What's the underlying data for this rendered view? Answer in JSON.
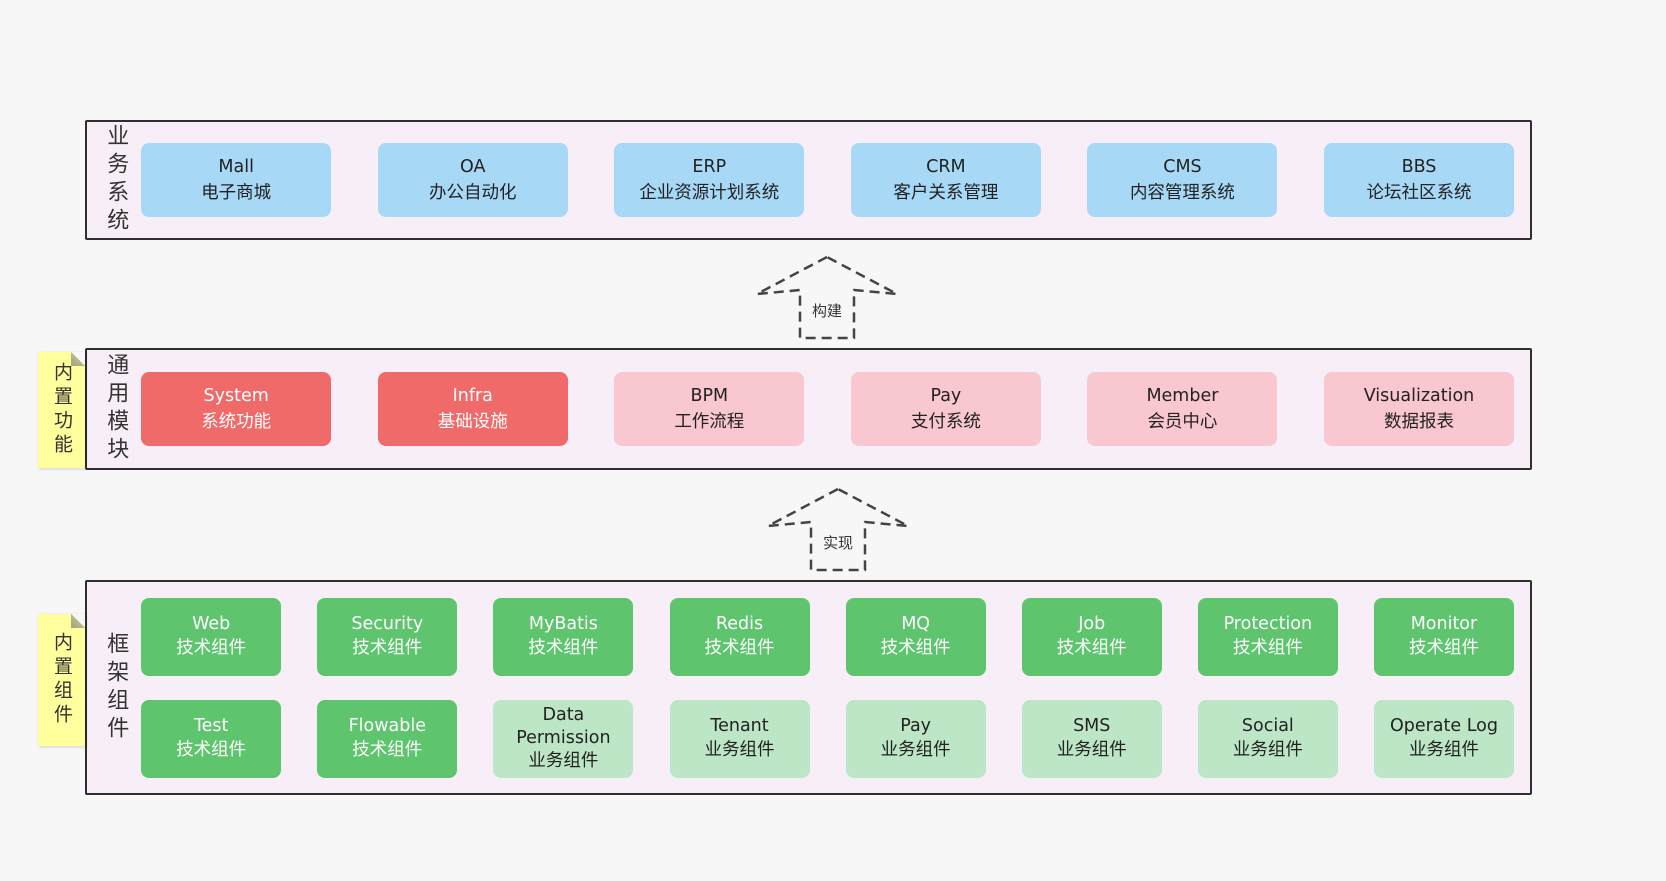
{
  "colors": {
    "page_bg": "#f7f7f7",
    "panel_bg": "#f8eef7",
    "blue": "#a7d8f6",
    "red": "#f16a6a",
    "pink": "#f9c7d0",
    "green": "#5ec46e",
    "lightgreen": "#bde6c6",
    "note_yellow": "#ffff9e"
  },
  "sections": {
    "business": {
      "label": "业务系统",
      "boxes": [
        {
          "title": "Mall",
          "subtitle": "电子商城"
        },
        {
          "title": "OA",
          "subtitle": "办公自动化"
        },
        {
          "title": "ERP",
          "subtitle": "企业资源计划系统"
        },
        {
          "title": "CRM",
          "subtitle": "客户关系管理"
        },
        {
          "title": "CMS",
          "subtitle": "内容管理系统"
        },
        {
          "title": "BBS",
          "subtitle": "论坛社区系统"
        }
      ]
    },
    "modules": {
      "label": "通用模块",
      "note": "内置功能",
      "boxes": [
        {
          "title": "System",
          "subtitle": "系统功能"
        },
        {
          "title": "Infra",
          "subtitle": "基础设施"
        },
        {
          "title": "BPM",
          "subtitle": "工作流程"
        },
        {
          "title": "Pay",
          "subtitle": "支付系统"
        },
        {
          "title": "Member",
          "subtitle": "会员中心"
        },
        {
          "title": "Visualization",
          "subtitle": "数据报表"
        }
      ]
    },
    "components": {
      "label": "框架组件",
      "note": "内置组件",
      "row1": [
        {
          "title": "Web",
          "subtitle": "技术组件"
        },
        {
          "title": "Security",
          "subtitle": "技术组件"
        },
        {
          "title": "MyBatis",
          "subtitle": "技术组件"
        },
        {
          "title": "Redis",
          "subtitle": "技术组件"
        },
        {
          "title": "MQ",
          "subtitle": "技术组件"
        },
        {
          "title": "Job",
          "subtitle": "技术组件"
        },
        {
          "title": "Protection",
          "subtitle": "技术组件"
        },
        {
          "title": "Monitor",
          "subtitle": "技术组件"
        }
      ],
      "row2": [
        {
          "title": "Test",
          "subtitle": "技术组件"
        },
        {
          "title": "Flowable",
          "subtitle": "技术组件"
        },
        {
          "title": "Data Permission",
          "subtitle": "业务组件"
        },
        {
          "title": "Tenant",
          "subtitle": "业务组件"
        },
        {
          "title": "Pay",
          "subtitle": "业务组件"
        },
        {
          "title": "SMS",
          "subtitle": "业务组件"
        },
        {
          "title": "Social",
          "subtitle": "业务组件"
        },
        {
          "title": "Operate Log",
          "subtitle": "业务组件"
        }
      ]
    }
  },
  "arrows": {
    "build": "构建",
    "implement": "实现"
  }
}
